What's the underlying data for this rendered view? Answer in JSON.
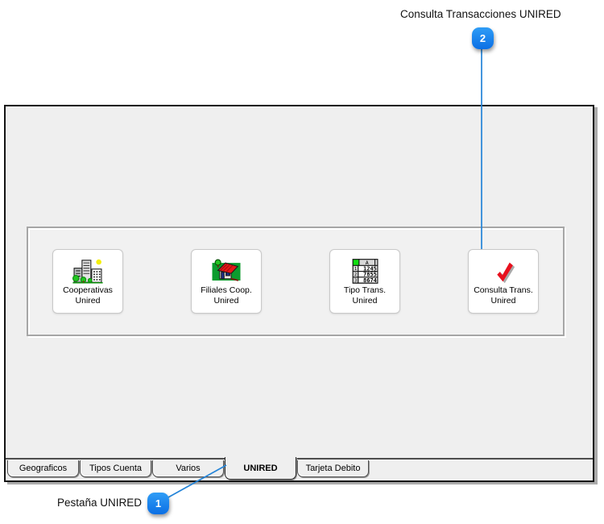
{
  "annotations": {
    "top": {
      "label": "Consulta Transacciones UNIRED",
      "number": "2"
    },
    "bottom": {
      "label": "Pestaña UNIRED",
      "number": "1"
    }
  },
  "toolbar": {
    "buttons": [
      {
        "icon": "city-buildings-icon",
        "line1": "Cooperativas",
        "line2": "Unired"
      },
      {
        "icon": "house-icon",
        "line1": "Filiales Coop.",
        "line2": "Unired"
      },
      {
        "icon": "spreadsheet-icon",
        "line1": "Tipo Trans.",
        "line2": "Unired"
      },
      {
        "icon": "red-checkmark-icon",
        "line1": "Consulta Trans.",
        "line2": "Unired"
      }
    ]
  },
  "spreadsheet_icon": {
    "column_header": "A",
    "rows": [
      {
        "num": "1",
        "value": "1245"
      },
      {
        "num": "2",
        "value": "7855"
      },
      {
        "num": "3",
        "value": "8674"
      }
    ]
  },
  "tabs": [
    {
      "label": "Geograficos",
      "selected": false
    },
    {
      "label": "Tipos Cuenta",
      "selected": false
    },
    {
      "label": "Varios",
      "selected": false
    },
    {
      "label": "UNIRED",
      "selected": true
    },
    {
      "label": "Tarjeta Debito",
      "selected": false
    }
  ],
  "colors": {
    "badge_blue": "#1583ea",
    "callout_line_blue": "#2484d8",
    "window_bg": "#efefef",
    "check_red": "#e8101e",
    "tree_green": "#23c423",
    "field_green": "#0c9c2e"
  }
}
